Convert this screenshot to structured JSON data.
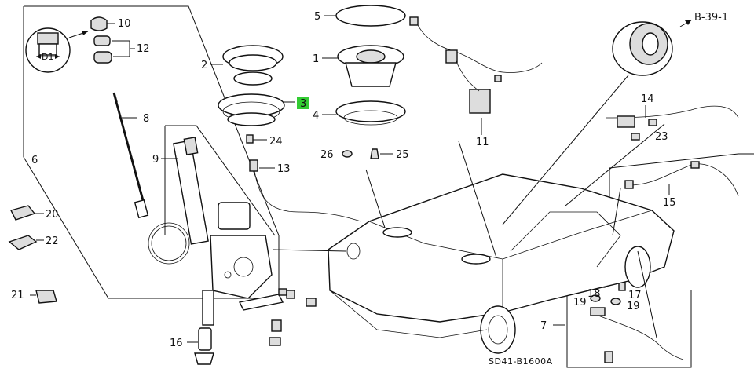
{
  "callouts": [
    {
      "id": "c10",
      "text": "10"
    },
    {
      "id": "c12",
      "text": "12"
    },
    {
      "id": "c6",
      "text": "6"
    },
    {
      "id": "c8",
      "text": "8"
    },
    {
      "id": "c9",
      "text": "9"
    },
    {
      "id": "c20",
      "text": "20"
    },
    {
      "id": "c22",
      "text": "22"
    },
    {
      "id": "c21",
      "text": "21"
    },
    {
      "id": "c16",
      "text": "16"
    },
    {
      "id": "c2",
      "text": "2"
    },
    {
      "id": "c3",
      "text": "3",
      "highlighted": true
    },
    {
      "id": "c24",
      "text": "24"
    },
    {
      "id": "c13",
      "text": "13"
    },
    {
      "id": "c5",
      "text": "5"
    },
    {
      "id": "c1",
      "text": "1"
    },
    {
      "id": "c4",
      "text": "4"
    },
    {
      "id": "c26",
      "text": "26"
    },
    {
      "id": "c25",
      "text": "25"
    },
    {
      "id": "c11",
      "text": "11"
    },
    {
      "id": "c14",
      "text": "14"
    },
    {
      "id": "c23",
      "text": "23"
    },
    {
      "id": "c15",
      "text": "15"
    },
    {
      "id": "c7",
      "text": "7"
    },
    {
      "id": "c18",
      "text": "18"
    },
    {
      "id": "c17",
      "text": "17"
    },
    {
      "id": "c19a",
      "text": "19"
    },
    {
      "id": "c19b",
      "text": "19"
    }
  ],
  "inset_label": "D1",
  "reference": "B-39-1",
  "diagram_code": "SD41-B1600A",
  "colors": {
    "highlight": "#33cc33",
    "line": "#111111"
  }
}
